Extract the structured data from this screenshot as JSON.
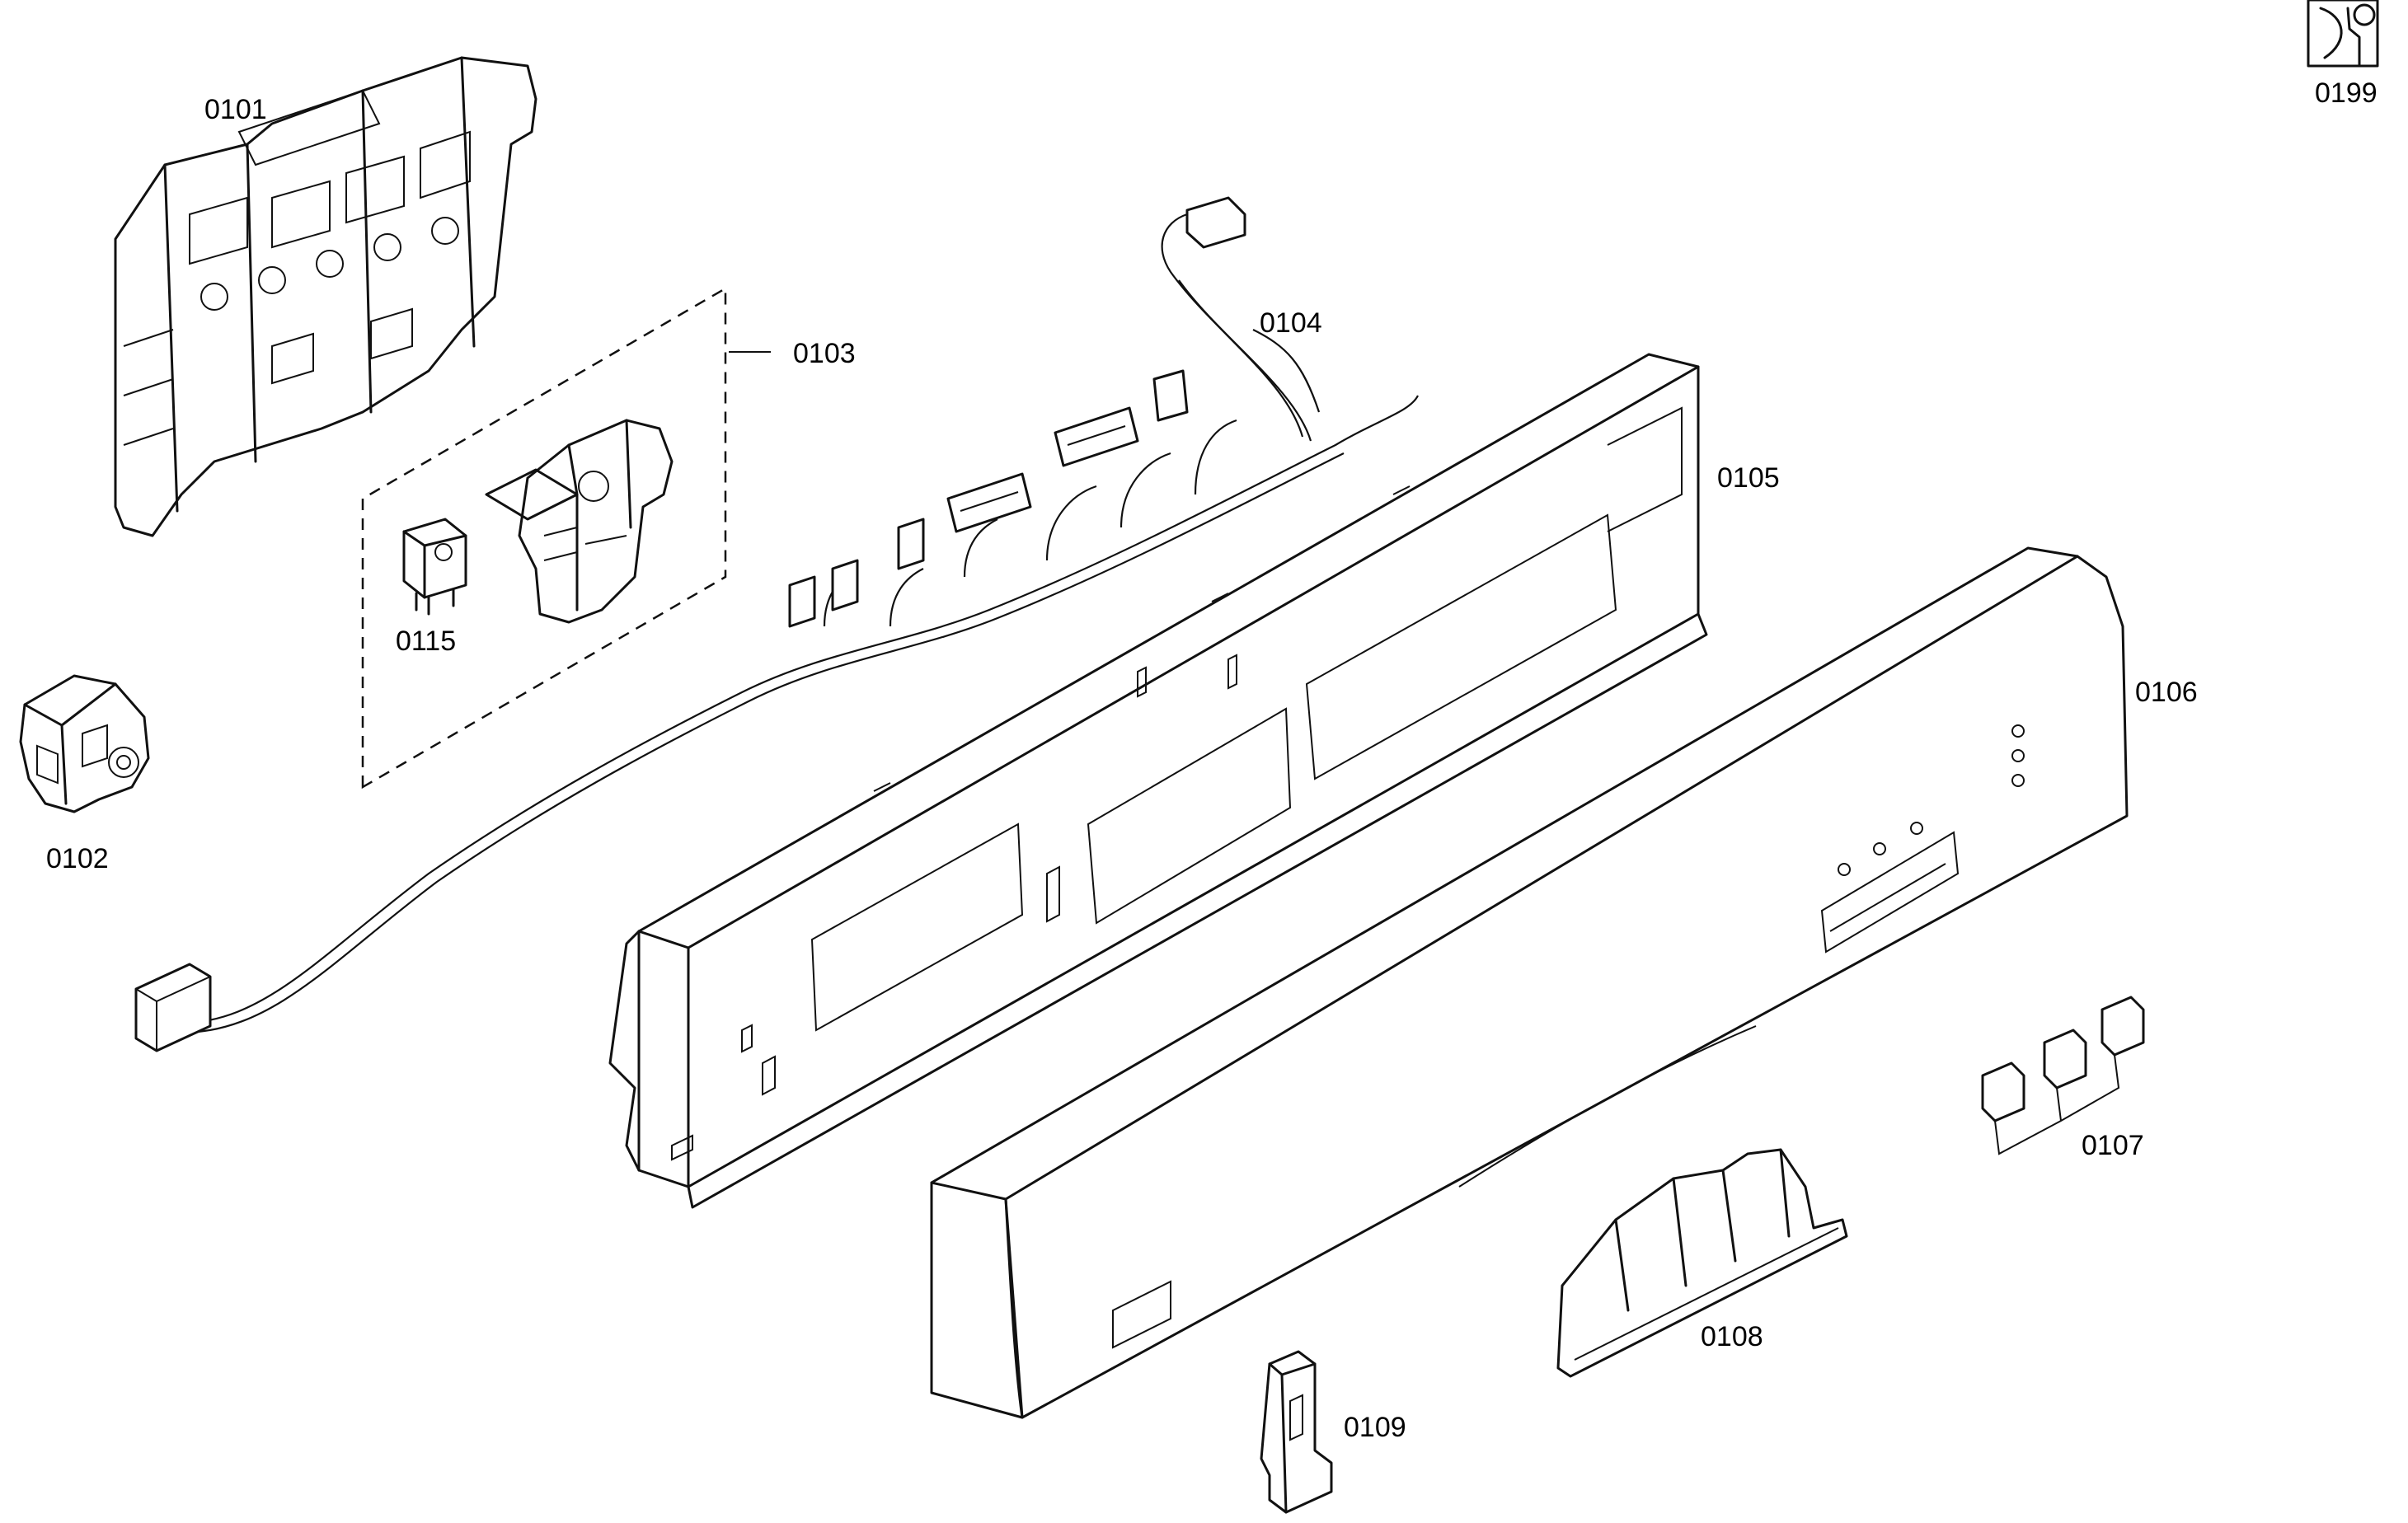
{
  "labels": {
    "p0101": "0101",
    "p0102": "0102",
    "p0103": "0103",
    "p0104": "0104",
    "p0105": "0105",
    "p0106": "0106",
    "p0107": "0107",
    "p0108": "0108",
    "p0109": "0109",
    "p0115": "0115",
    "p0199": "0199"
  }
}
